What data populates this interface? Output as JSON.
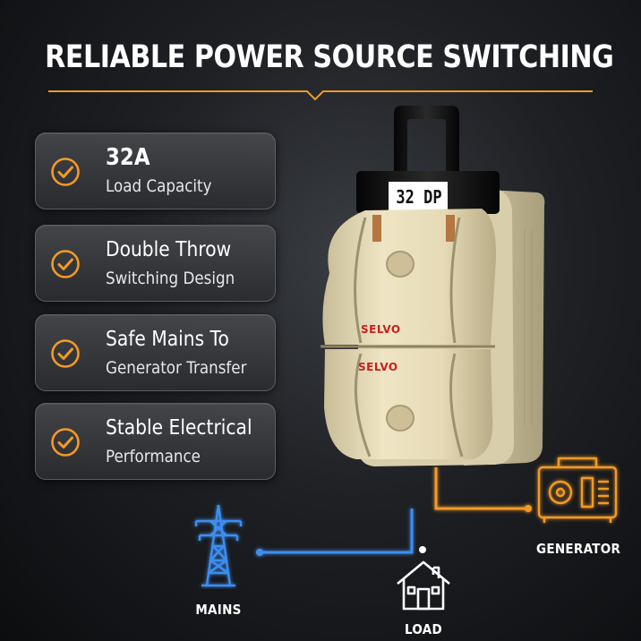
{
  "header": {
    "title": "RELIABLE POWER SOURCE SWITCHING"
  },
  "features": [
    {
      "title": "32A",
      "subtitle": "Load Capacity"
    },
    {
      "title": "Double Throw",
      "subtitle": "Switching Design"
    },
    {
      "title": "Safe Mains To",
      "subtitle": "Generator Transfer"
    },
    {
      "title": "Stable Electrical",
      "subtitle": "Performance"
    }
  ],
  "product": {
    "rating_label": "32 DP",
    "brand": "SELVO"
  },
  "diagram": {
    "mains_label": "MAINS",
    "load_label": "LOAD",
    "generator_label": "GENERATOR"
  },
  "icons": {
    "feature_check": "check-circle-icon",
    "mains": "transmission-tower-icon",
    "load": "house-icon",
    "generator": "generator-icon"
  },
  "colors": {
    "accent_orange": "#f39a26",
    "line_blue": "#3e8ef0",
    "line_white": "#ffffff",
    "switch_body": "#ece2c1",
    "handle_black": "#141414"
  }
}
